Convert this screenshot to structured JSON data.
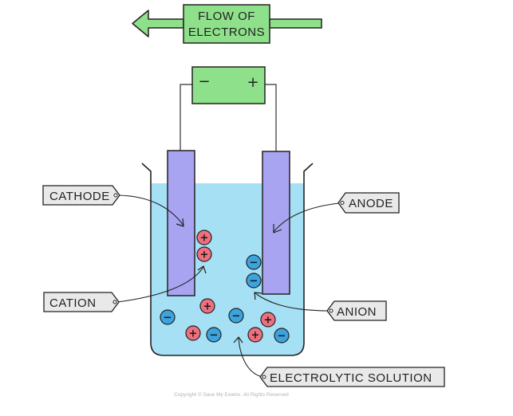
{
  "title": {
    "line1": "FLOW OF",
    "line2": "ELECTRONS"
  },
  "battery": {
    "negative_symbol": "−",
    "positive_symbol": "+"
  },
  "labels": {
    "cathode": "CATHODE",
    "anode": "ANODE",
    "cation": "CATION",
    "anion": "ANION",
    "electrolytic_solution": "ELECTROLYTIC SOLUTION"
  },
  "ions": {
    "cation_symbol": "+",
    "anion_symbol": "−"
  },
  "colors": {
    "arrow_fill": "#8ee08a",
    "battery_fill": "#8ee08a",
    "electrode_fill": "#a9a4f2",
    "solution_fill": "#a6e0f4",
    "cation_fill": "#ef6f7e",
    "anion_fill": "#3ba3dd",
    "label_fill": "#e9e9e9",
    "outline": "#222222"
  },
  "copyright": "Copyright © Save My Exams. All Rights Reserved"
}
